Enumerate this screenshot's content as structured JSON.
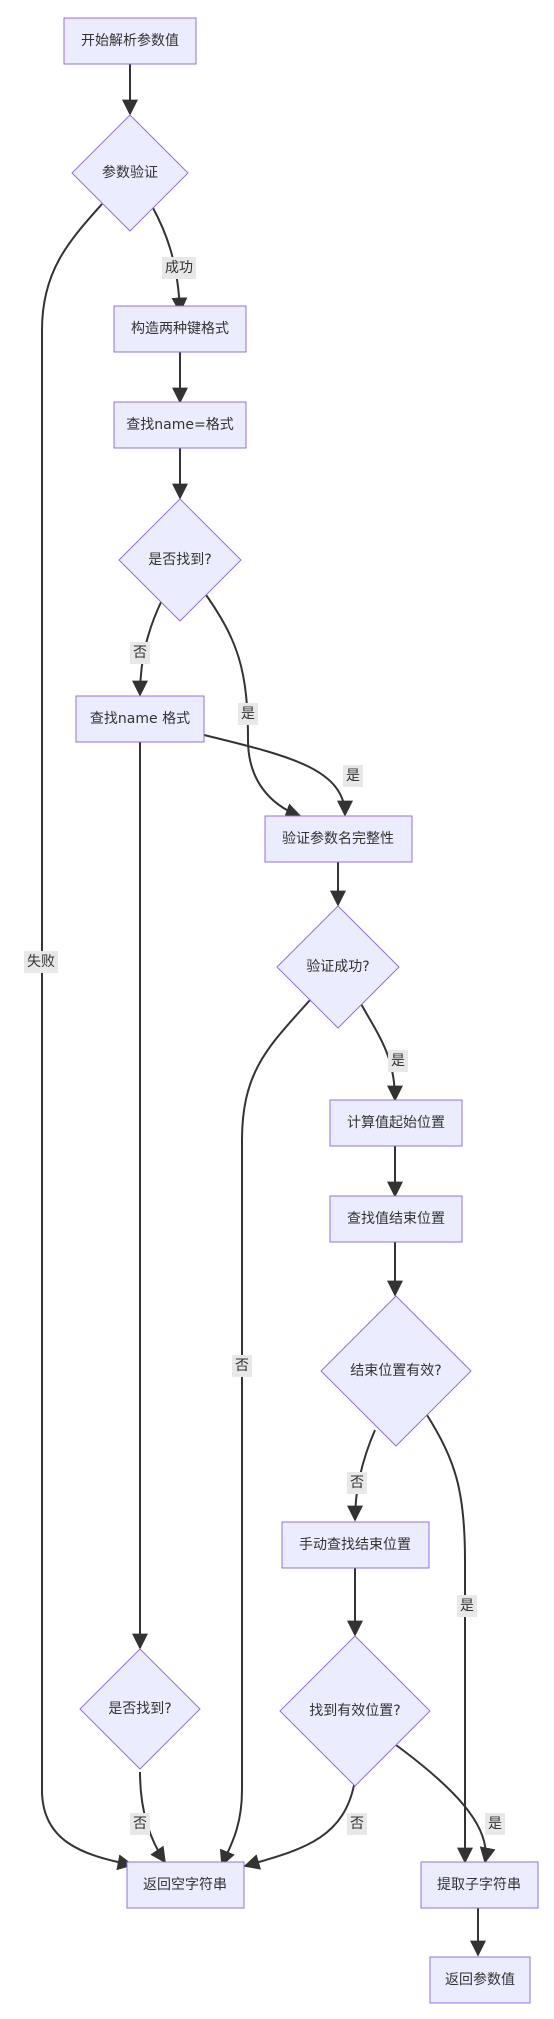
{
  "diagram": {
    "nodes": {
      "start": "开始解析参数值",
      "validate_params": "参数验证",
      "build_keys": "构造两种键格式",
      "find_eq": "查找name=格式",
      "found1": "是否找到?",
      "find_space": "查找name 格式",
      "verify_name": "验证参数名完整性",
      "verify_ok": "验证成功?",
      "calc_start": "计算值起始位置",
      "find_end": "查找值结束位置",
      "end_valid": "结束位置有效?",
      "manual_find": "手动查找结束位置",
      "found2": "是否找到?",
      "found_valid": "找到有效位置?",
      "return_empty": "返回空字符串",
      "extract": "提取子字符串",
      "return_value": "返回参数值"
    },
    "edge_labels": {
      "success": "成功",
      "fail": "失败",
      "no_found1": "否",
      "yes_found1": "是",
      "yes_space": "是",
      "no_verify": "否",
      "yes_verify": "是",
      "no_end": "否",
      "yes_end": "是",
      "no_found2": "否",
      "no_valid": "否",
      "yes_valid": "是"
    }
  }
}
